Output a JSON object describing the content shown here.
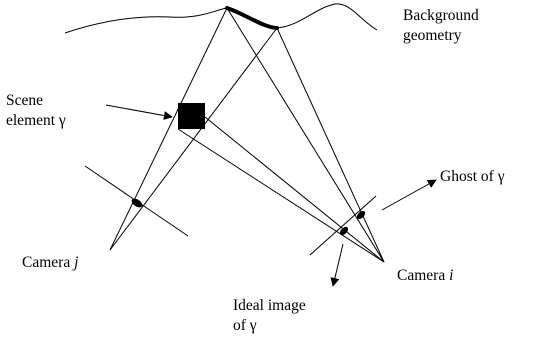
{
  "labels": {
    "background": {
      "line1": "Background",
      "line2": "geometry"
    },
    "scene": {
      "line1": "Scene",
      "line2": "element γ"
    },
    "ghost": "Ghost of γ",
    "camera_j": {
      "prefix": "Camera ",
      "var": "j"
    },
    "camera_i": {
      "prefix": "Camera ",
      "var": "i"
    },
    "ideal": {
      "line1": "Ideal image",
      "line2": "of  γ"
    }
  },
  "colors": {
    "ink": "#000000",
    "background": "#ffffff"
  }
}
